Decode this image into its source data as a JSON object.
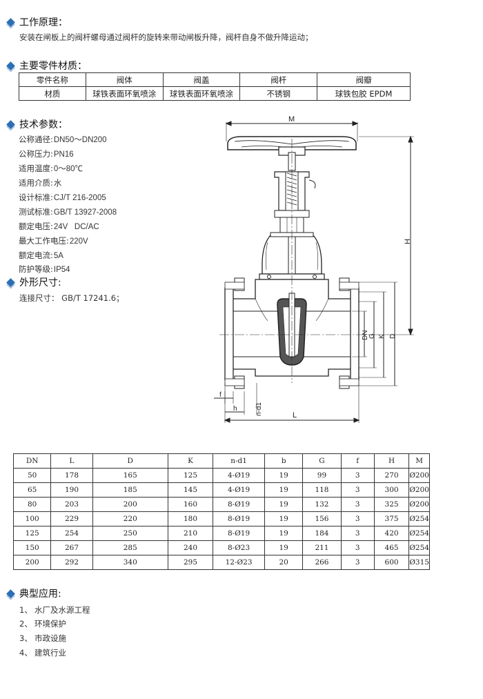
{
  "sections": {
    "principle": {
      "title": "工作原理：",
      "text": "安装在闸板上的阀杆螺母通过阀杆的旋转来带动闸板升降，阀杆自身不做升降运动；"
    },
    "materials": {
      "title": "主要零件材质：",
      "header": [
        "零件名称",
        "阀体",
        "阀盖",
        "阀杆",
        "阀瓣"
      ],
      "row": [
        "材质",
        "球铁表面环氧喷涂",
        "球铁表面环氧喷涂",
        "不锈钢",
        "球铁包胶 EPDM"
      ]
    },
    "specs": {
      "title": "技术参数：",
      "items": [
        {
          "label": "公称通径:",
          "value": "DN50～DN200"
        },
        {
          "label": "公称压力:",
          "value": "PN16"
        },
        {
          "label": "适用温度:",
          "value": "0～80℃"
        },
        {
          "label": "适用介质:",
          "value": "水"
        },
        {
          "label": "设计标准:",
          "value": "CJ/T 216-2005"
        },
        {
          "label": "测试标准:",
          "value": "GB/T 13927-2008"
        },
        {
          "label": "额定电压:",
          "value": "24V   DC/AC"
        },
        {
          "label": "最大工作电压:",
          "value": "220V"
        },
        {
          "label": "额定电流:",
          "value": "5A"
        },
        {
          "label": "防护等级:",
          "value": "IP54"
        }
      ]
    },
    "dimensions": {
      "title": "外形尺寸:",
      "connection": "连接尺寸： GB/T 17241.6；"
    },
    "applications": {
      "title": "典型应用:",
      "items": [
        {
          "num": "1、",
          "text": "水厂及水源工程"
        },
        {
          "num": "2、",
          "text": "环境保护"
        },
        {
          "num": "3、",
          "text": "市政设施"
        },
        {
          "num": "4、",
          "text": "建筑行业"
        }
      ]
    }
  },
  "drawing": {
    "labels": {
      "M": "M",
      "H": "H",
      "DN": "DN",
      "G": "G",
      "K": "K",
      "D": "D",
      "f": "f",
      "h": "h",
      "nd1": "n-d1",
      "L": "L"
    }
  },
  "dim_table": {
    "headers": [
      "DN",
      "L",
      "D",
      "K",
      "n-d1",
      "b",
      "G",
      "f",
      "H",
      "M"
    ],
    "rows": [
      [
        "50",
        "178",
        "165",
        "125",
        "4-Ø19",
        "19",
        "99",
        "3",
        "270",
        "Ø200"
      ],
      [
        "65",
        "190",
        "185",
        "145",
        "4-Ø19",
        "19",
        "118",
        "3",
        "300",
        "Ø200"
      ],
      [
        "80",
        "203",
        "200",
        "160",
        "8-Ø19",
        "19",
        "132",
        "3",
        "325",
        "Ø200"
      ],
      [
        "100",
        "229",
        "220",
        "180",
        "8-Ø19",
        "19",
        "156",
        "3",
        "375",
        "Ø254"
      ],
      [
        "125",
        "254",
        "250",
        "210",
        "8-Ø19",
        "19",
        "184",
        "3",
        "420",
        "Ø254"
      ],
      [
        "150",
        "267",
        "285",
        "240",
        "8-Ø23",
        "19",
        "211",
        "3",
        "465",
        "Ø254"
      ],
      [
        "200",
        "292",
        "340",
        "295",
        "12-Ø23",
        "20",
        "266",
        "3",
        "600",
        "Ø315"
      ]
    ]
  }
}
